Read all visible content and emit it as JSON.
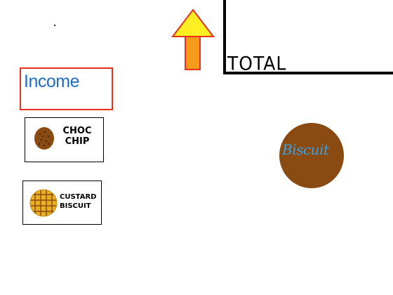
{
  "total": {
    "label": "TOTAL"
  },
  "income": {
    "label": "Income"
  },
  "shop": {
    "items": [
      {
        "label_line1": "CHOC",
        "label_line2": "CHIP",
        "icon": "choc-chip-cookie-icon"
      },
      {
        "label_line1": "CUSTARD",
        "label_line2": "BISCUIT",
        "icon": "custard-biscuit-icon"
      }
    ]
  },
  "clicker": {
    "label": "Biscuit",
    "color": "#8a4b12",
    "text_color": "#3aa0e8"
  },
  "upgrade_arrow": {
    "icon": "up-arrow-icon",
    "head_color": "#ffee22",
    "shaft_color": "#f39b1c",
    "outline_color": "#e8311f"
  },
  "colors": {
    "income_border": "#e8311f",
    "income_text": "#1f6cc6"
  }
}
